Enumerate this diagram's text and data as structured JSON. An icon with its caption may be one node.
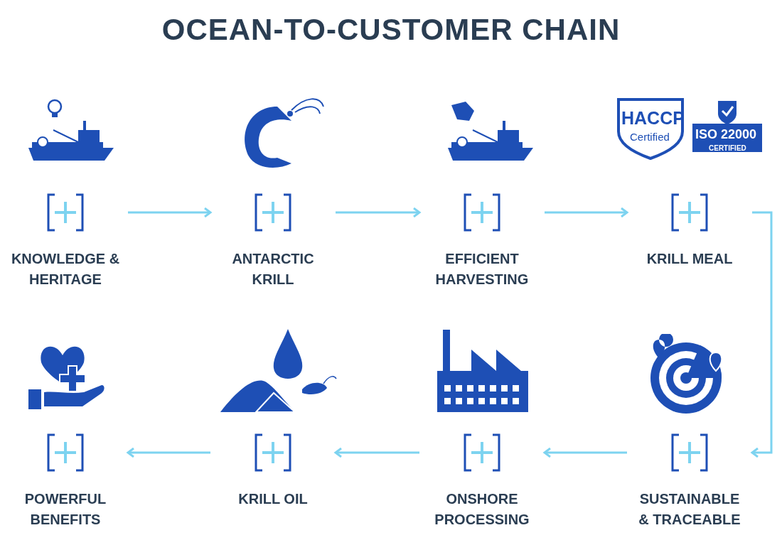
{
  "diagram": {
    "title": "OCEAN-TO-CUSTOMER CHAIN",
    "nodes": [
      {
        "text": [
          "KNOWLEDGE & HERITAGE"
        ]
      },
      {
        "text": [
          "ANTARCTIC KRILL"
        ]
      },
      {
        "text": [
          "EFFICIENT HARVESTING"
        ]
      },
      {
        "text": [
          "KRILL MEAL"
        ]
      },
      {
        "text": [
          "POWERFUL BENEFITS"
        ]
      },
      {
        "text": [
          "KRILL OIL"
        ]
      },
      {
        "text": [
          "ONSHORE PROCESSING"
        ]
      },
      {
        "text": [
          "SUSTAINABLE & TRACEABLE"
        ]
      }
    ],
    "edges": [
      {
        "from": 0,
        "to": 1,
        "arrow": "to"
      },
      {
        "from": 1,
        "to": 2,
        "arrow": "to"
      },
      {
        "from": 2,
        "to": 3,
        "arrow": "to"
      },
      {
        "from": 3,
        "to": 7,
        "arrow": "to"
      },
      {
        "from": 7,
        "to": 6,
        "arrow": "to"
      },
      {
        "from": 6,
        "to": 5,
        "arrow": "to"
      },
      {
        "from": 5,
        "to": 4,
        "arrow": "to"
      }
    ],
    "labels": [
      "HACCP",
      "Certified",
      "ISO 22000",
      "CERTIFIED"
    ]
  }
}
